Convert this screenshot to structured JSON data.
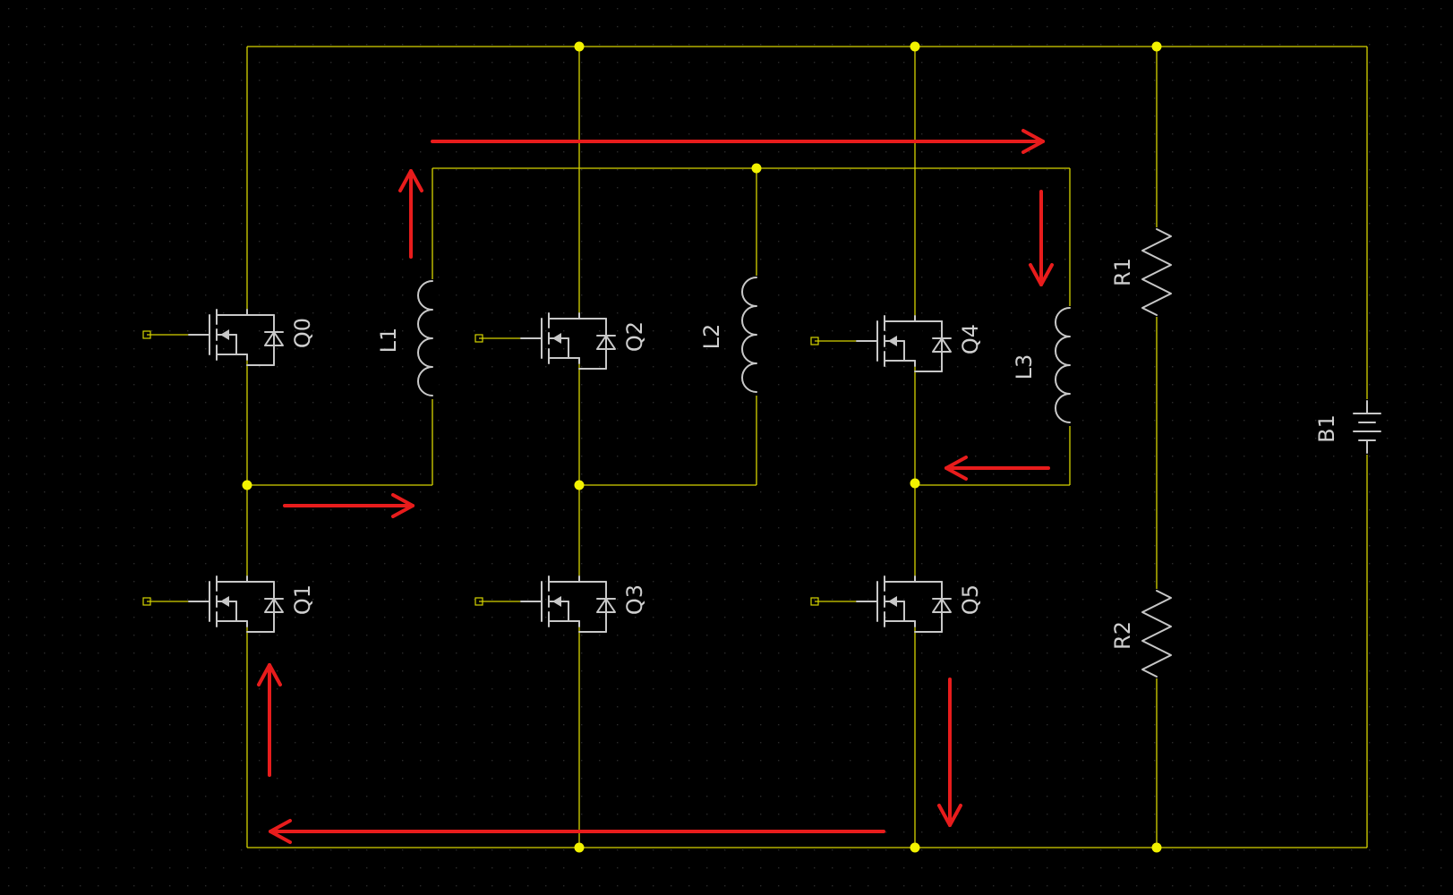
{
  "labels": {
    "q0": "Q0",
    "q1": "Q1",
    "q2": "Q2",
    "q3": "Q3",
    "q4": "Q4",
    "q5": "Q5",
    "l1": "L1",
    "l2": "L2",
    "l3": "L3",
    "r1": "R1",
    "r2": "R2",
    "b1": "B1"
  },
  "colors": {
    "background": "#000000",
    "wire": "#d6d400",
    "junction": "#f2f200",
    "component": "#c8c8c8",
    "current_arrow": "#e81c1c",
    "grid_dot": "#2a2a2a"
  }
}
